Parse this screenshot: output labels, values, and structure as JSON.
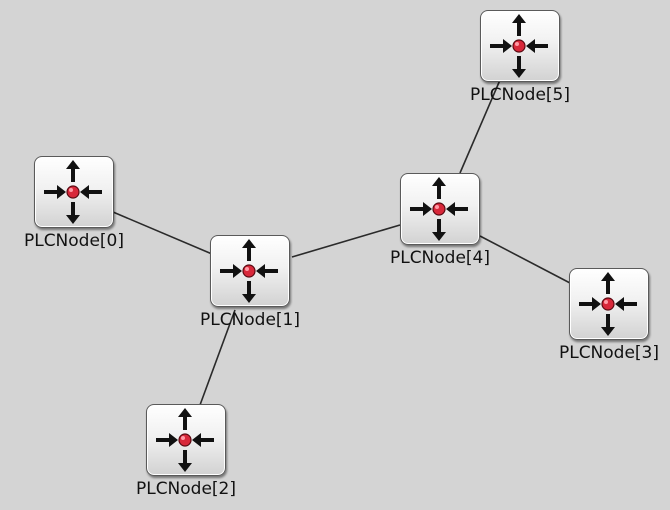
{
  "network": {
    "nodes": [
      {
        "id": 0,
        "label": "PLCNode[0]",
        "icon": "router-arrows-icon"
      },
      {
        "id": 1,
        "label": "PLCNode[1]",
        "icon": "router-arrows-icon"
      },
      {
        "id": 2,
        "label": "PLCNode[2]",
        "icon": "router-arrows-icon"
      },
      {
        "id": 3,
        "label": "PLCNode[3]",
        "icon": "router-arrows-icon"
      },
      {
        "id": 4,
        "label": "PLCNode[4]",
        "icon": "router-arrows-icon"
      },
      {
        "id": 5,
        "label": "PLCNode[5]",
        "icon": "router-arrows-icon"
      }
    ],
    "links": [
      [
        0,
        1
      ],
      [
        1,
        2
      ],
      [
        1,
        4
      ],
      [
        4,
        3
      ],
      [
        4,
        5
      ]
    ]
  },
  "colors": {
    "background": "#d4d4d4",
    "link": "#2a2a2a",
    "center_dot": "#d8283a",
    "arrow": "#111111"
  }
}
